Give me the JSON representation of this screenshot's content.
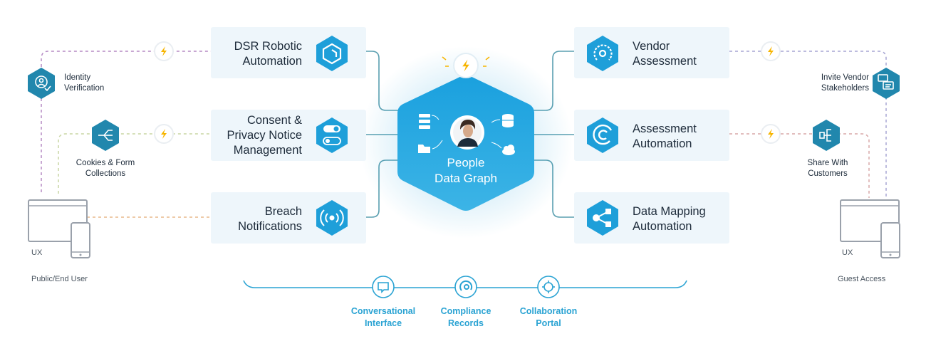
{
  "colors": {
    "accent": "#1e9fd9",
    "card_bg": "#eef6fb",
    "bolt": "#f7b500",
    "purple_dash": "#b58ac4",
    "orange_dash": "#e9b88c",
    "green_dash": "#c9d6a3",
    "teal_line": "#5a9fb0"
  },
  "center": {
    "lines": [
      "People",
      "Data Graph"
    ],
    "icons": [
      "server-icon",
      "database-icon",
      "folder-icon",
      "cloud-icon",
      "person-avatar-icon"
    ]
  },
  "left_cards": [
    {
      "lines": [
        "DSR Robotic",
        "Automation"
      ],
      "icon": "robotic-hexagon-icon"
    },
    {
      "lines": [
        "Consent &",
        "Privacy Notice",
        "Management"
      ],
      "icon": "toggle-icon"
    },
    {
      "lines": [
        "Breach",
        "Notifications"
      ],
      "icon": "broadcast-icon"
    }
  ],
  "right_cards": [
    {
      "lines": [
        "Vendor",
        "Assessment"
      ],
      "icon": "gauge-icon"
    },
    {
      "lines": [
        "Assessment",
        "Automation"
      ],
      "icon": "cycle-icon"
    },
    {
      "lines": [
        "Data Mapping",
        "Automation"
      ],
      "icon": "share-nodes-icon"
    }
  ],
  "left_side": {
    "identity": [
      "Identity",
      "Verification"
    ],
    "cookies": [
      "Cookies & Form",
      "Collections"
    ],
    "ux": "UX",
    "user": "Public/End User"
  },
  "right_side": {
    "invite": [
      "Invite Vendor",
      "Stakeholders"
    ],
    "share": [
      "Share With",
      "Customers"
    ],
    "ux": "UX",
    "guest": "Guest Access"
  },
  "bottom": [
    {
      "lines": [
        "Conversational",
        "Interface"
      ],
      "icon": "chat-icon"
    },
    {
      "lines": [
        "Compliance",
        "Records"
      ],
      "icon": "records-icon"
    },
    {
      "lines": [
        "Collaboration",
        "Portal"
      ],
      "icon": "portal-icon"
    }
  ]
}
